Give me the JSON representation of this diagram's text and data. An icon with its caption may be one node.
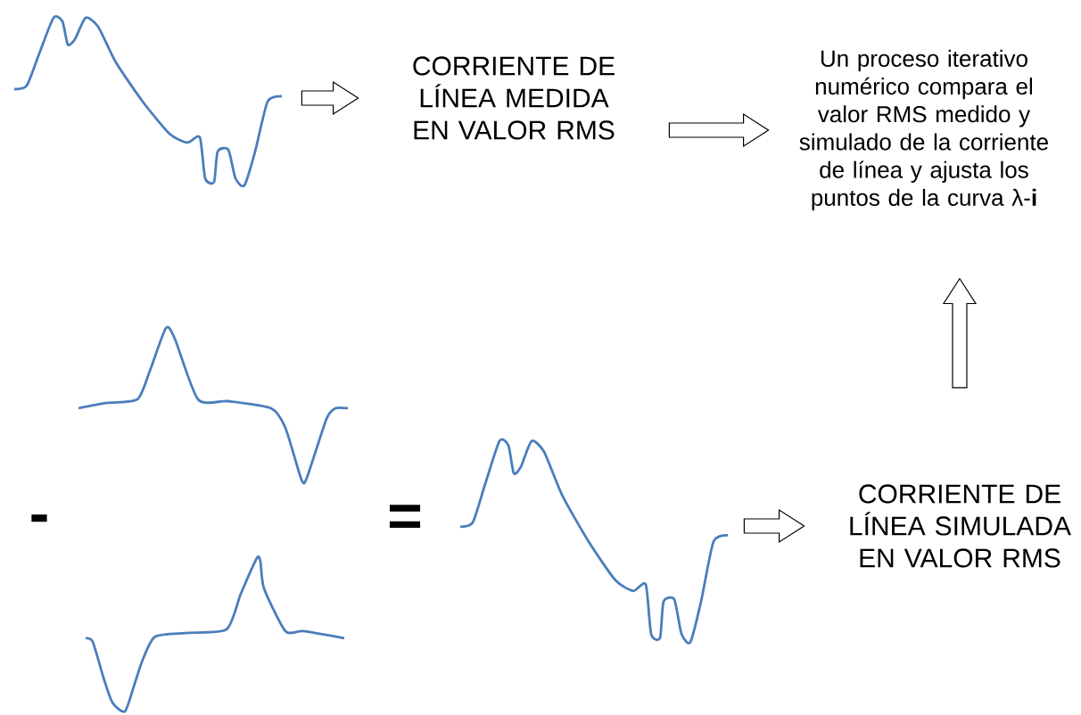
{
  "diagram": {
    "nodes": [
      {
        "text": [],
        "shape": "picture"
      },
      {
        "text": [
          "CORRIENTE DE LÍNEA MEDIDA EN VALOR RMS"
        ]
      },
      {
        "text": [
          "Un proceso iterativo numérico compara el valor RMS medido y simulado de la corriente de línea y ajusta los puntos de la curva λ-**i**"
        ]
      },
      {
        "text": [],
        "shape": "picture"
      },
      {
        "text": [
          "CORRIENTE DE LÍNEA SIMULADA EN VALOR RMS"
        ]
      }
    ],
    "edges": [
      {
        "from": 0,
        "to": 1,
        "arrow": "to"
      },
      {
        "from": 1,
        "to": 2,
        "arrow": "to"
      },
      {
        "from": 3,
        "to": 4,
        "arrow": "to"
      },
      {
        "from": 4,
        "to": 2,
        "arrow": "to"
      }
    ],
    "labels": [
      "-",
      "="
    ]
  }
}
